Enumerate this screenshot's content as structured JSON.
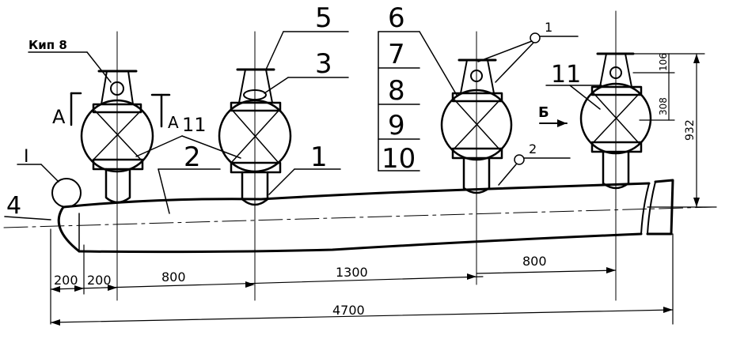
{
  "drawing": {
    "callouts": {
      "kip8": "Кип 8",
      "n1": "1",
      "n2": "2",
      "n3": "3",
      "n4": "4",
      "n5": "5",
      "n6": "6",
      "n7": "7",
      "n8": "8",
      "n9": "9",
      "n10": "10",
      "n11": "11",
      "n1_small": "1",
      "n2_small": "2",
      "roman1": "I"
    },
    "section_left_label": "A",
    "section_right_label": "A",
    "section_right_suffix": "11",
    "view_label": "Б",
    "dimensions": {
      "d200a": "200",
      "d200b": "200",
      "d800a": "800",
      "d1300": "1300",
      "d800b": "800",
      "d4700": "4700",
      "v932": "932",
      "v308": "308",
      "v106": "106"
    }
  }
}
